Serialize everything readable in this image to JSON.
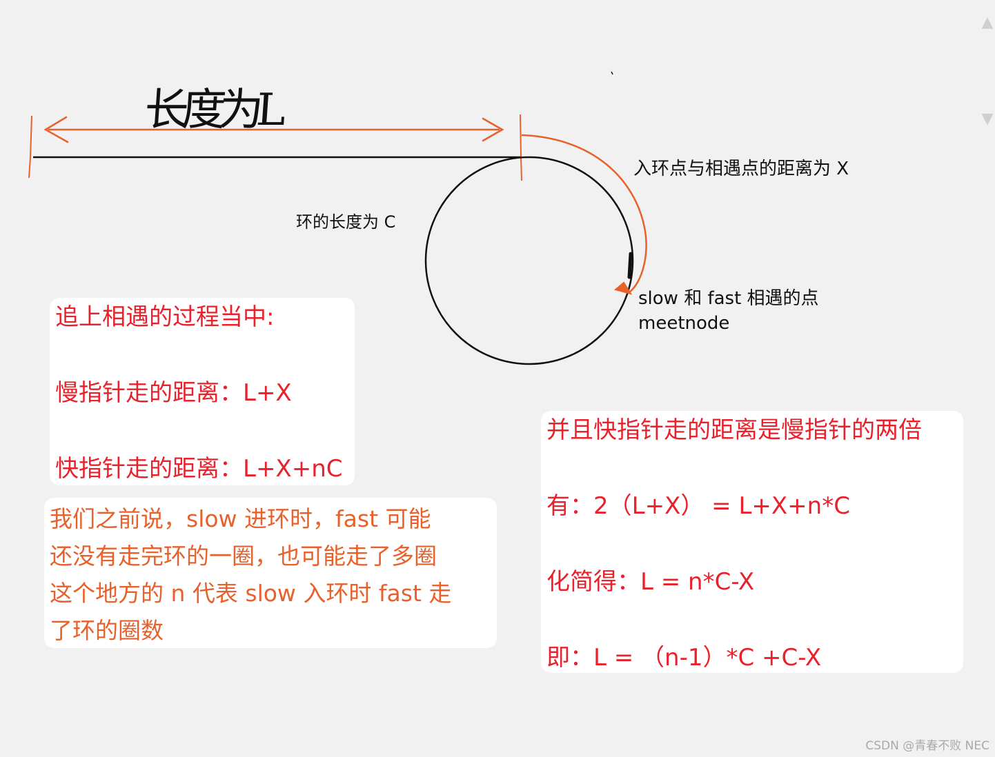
{
  "diagram": {
    "handwritten_label": "长度为L",
    "entry_to_meet_label": "入环点与相遇点的距离为 X",
    "cycle_length_label": "环的长度为 C",
    "meet_label_line1": "slow 和 fast 相遇的点",
    "meet_label_line2": "meetnode",
    "colors": {
      "ink": "#111111",
      "arrow": "#e8602b",
      "red_text": "#e8212b",
      "orange_text": "#e8602b",
      "box": "#ffffff",
      "background": "#f1f1f1"
    }
  },
  "pursuit_box": {
    "heading": "追上相遇的过程当中:",
    "slow_distance": "慢指针走的距离：L+X",
    "fast_distance": "快指针走的距离：L+X+nC"
  },
  "note_box": {
    "line1": "我们之前说，slow 进环时，fast 可能",
    "line2": "还没有走完环的一圈，也可能走了多圈",
    "line3": "这个地方的 n 代表 slow 入环时 fast 走",
    "line4": "了环的圈数"
  },
  "equation_box": {
    "line1": "并且快指针走的距离是慢指针的两倍",
    "line2": "有：2（L+X） =  L+X+n*C",
    "line3": "化简得：L = n*C-X",
    "line4": "即：L = （n-1）*C +C-X"
  },
  "watermark": "CSDN @青春不败 NEC"
}
